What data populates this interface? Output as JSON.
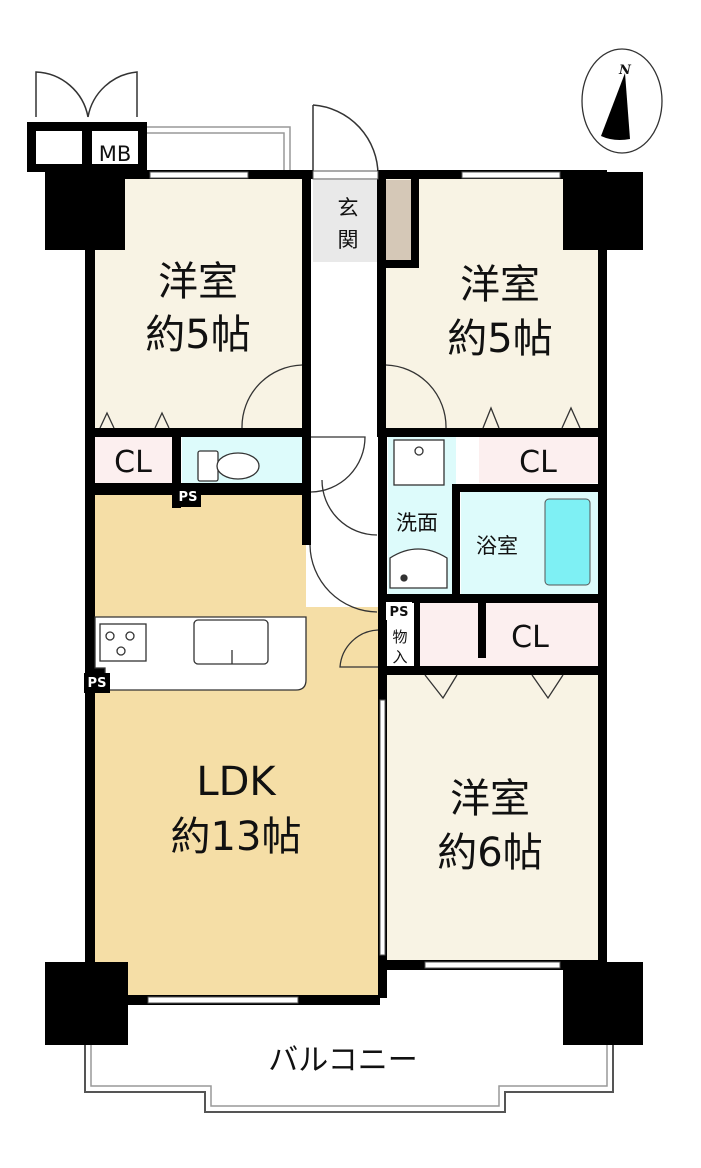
{
  "compass": {
    "label": "N"
  },
  "rooms": {
    "western_nw": {
      "name": "洋室",
      "size": "約5帖"
    },
    "western_ne": {
      "name": "洋室",
      "size": "約5帖"
    },
    "western_se": {
      "name": "洋室",
      "size": "約6帖"
    },
    "ldk": {
      "name": "LDK",
      "size": "約13帖"
    },
    "entrance": {
      "line1": "玄",
      "line2": "関"
    },
    "meter_box": "MB",
    "closet_w": "CL",
    "closet_e": "CL",
    "closet_s": "CL",
    "washroom": "洗面",
    "bathroom": "浴室",
    "storage": {
      "line1": "物",
      "line2": "入"
    },
    "ps_toilet": "PS",
    "ps_kitchen": "PS",
    "ps_storage": "PS",
    "balcony": "バルコニー"
  },
  "colors": {
    "room": "#F8F3E4",
    "ldk": "#F5DEA6",
    "closet": "#FCEFEF",
    "water": "#DDFBFB",
    "tub": "#7EF0F4",
    "entrance": "#E9E9E9",
    "shoebox": "#D5C8B7",
    "wall": "#000000"
  }
}
